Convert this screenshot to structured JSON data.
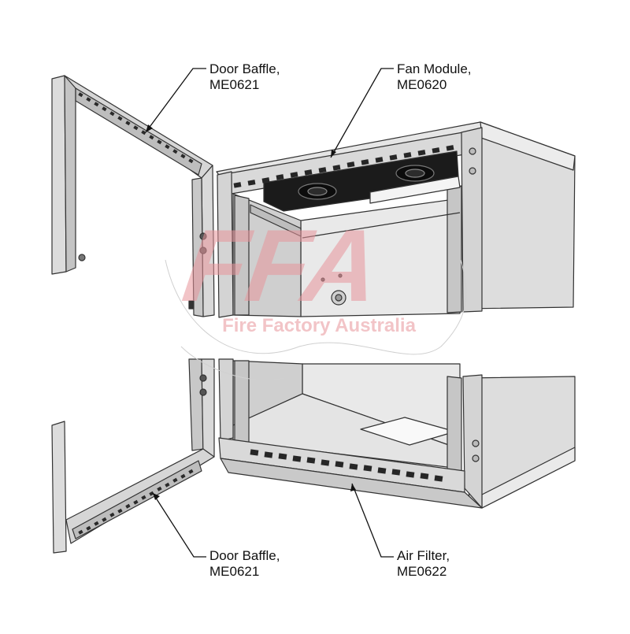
{
  "callouts": {
    "door_baffle_top": {
      "line1": "Door Baffle,",
      "line2": "ME0621"
    },
    "fan_module": {
      "line1": "Fan Module,",
      "line2": "ME0620"
    },
    "door_baffle_bottom": {
      "line1": "Door Baffle,",
      "line2": "ME0621"
    },
    "air_filter": {
      "line1": "Air Filter,",
      "line2": "ME0622"
    }
  },
  "watermark": {
    "logo": "FFA",
    "company": "Fire Factory Australia",
    "color": "#e8959b"
  },
  "colors": {
    "panel": "#e1e1e1",
    "panel_dark": "#c9c9c9",
    "panel_light": "#efefef",
    "outline": "#333333",
    "fan_black": "#1b1b1b"
  }
}
